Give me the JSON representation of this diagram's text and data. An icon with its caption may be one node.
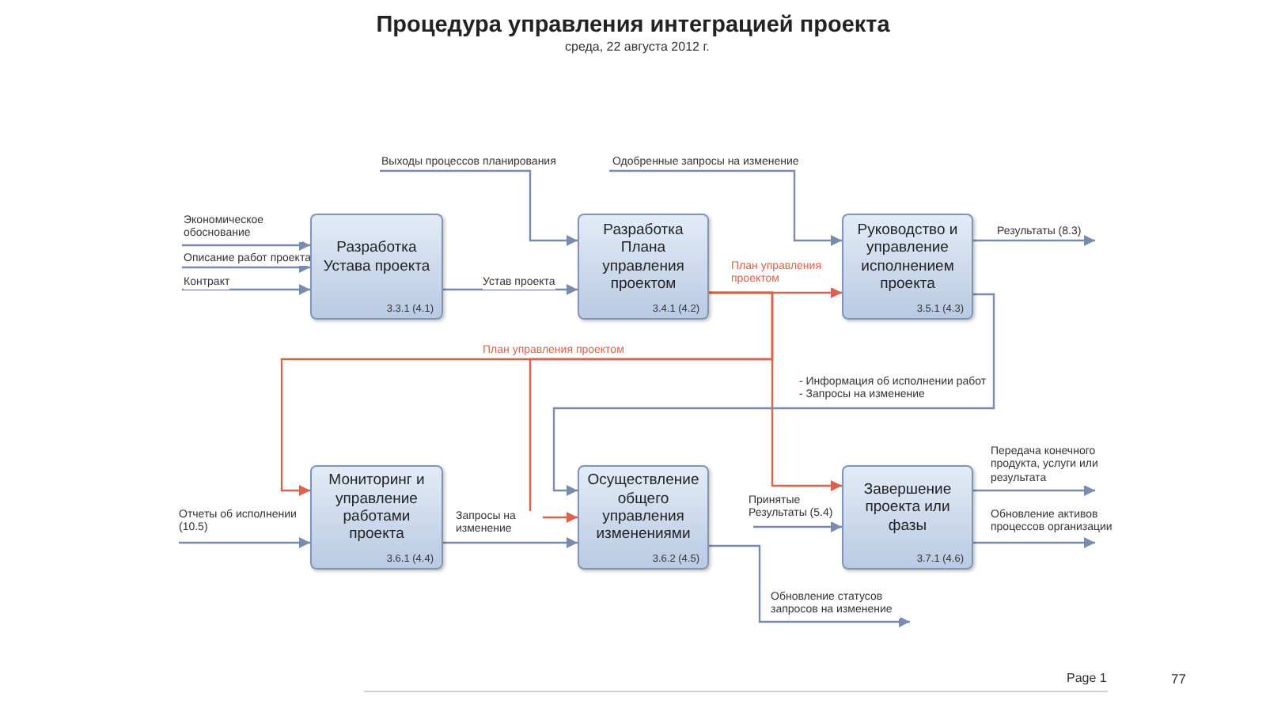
{
  "diagram": {
    "title": "Процедура управления интеграцией проекта",
    "nodes": [
      {
        "text": [
          "Разработка Устава проекта",
          "3.3.1 (4.1)"
        ]
      },
      {
        "text": [
          "Разработка Плана управления проектом",
          "3.4.1 (4.2)"
        ]
      },
      {
        "text": [
          "Руководство и управление исполнением проекта",
          "3.5.1 (4.3)"
        ]
      },
      {
        "text": [
          "Мониторинг и управление работами проекта",
          "3.6.1 (4.4)"
        ]
      },
      {
        "text": [
          "Осуществление общего управления изменениями",
          "3.6.2 (4.5)"
        ]
      },
      {
        "text": [
          "Завершение проекта или фазы",
          "3.7.1 (4.6)"
        ]
      }
    ],
    "edges": [
      {
        "from": null,
        "to": 0,
        "arrow": "to",
        "label": "Экономическое обоснование"
      },
      {
        "from": null,
        "to": 0,
        "arrow": "to",
        "label": "Описание работ проекта"
      },
      {
        "from": null,
        "to": 0,
        "arrow": "to",
        "label": "Контракт"
      },
      {
        "from": 0,
        "to": 1,
        "arrow": "to",
        "label": "Устав проекта"
      },
      {
        "from": null,
        "to": 1,
        "arrow": "to",
        "label": "Выходы процессов планирования"
      },
      {
        "from": null,
        "to": 2,
        "arrow": "to",
        "label": "Одобренные запросы на изменение"
      },
      {
        "from": 2,
        "to": null,
        "arrow": "to",
        "label": "Результаты (8.3)"
      },
      {
        "from": 1,
        "to": 2,
        "arrow": "to",
        "label": "План управления проектом",
        "color": "#d9634c"
      },
      {
        "from": 1,
        "to": 3,
        "arrow": "to",
        "label": "План управления проектом",
        "color": "#d9634c"
      },
      {
        "from": 1,
        "to": 4,
        "arrow": "to",
        "color": "#d9634c"
      },
      {
        "from": 1,
        "to": 5,
        "arrow": "to",
        "color": "#d9634c"
      },
      {
        "from": 2,
        "to": 4,
        "arrow": "to",
        "label": "- Информация об исполнении работ - Запросы на изменение"
      },
      {
        "from": null,
        "to": 3,
        "arrow": "to",
        "label": "Отчеты об исполнении (10.5)"
      },
      {
        "from": 3,
        "to": 4,
        "arrow": "to",
        "label": "Запросы на изменение"
      },
      {
        "from": null,
        "to": 5,
        "arrow": "to",
        "label": "Принятые Результаты (5.4)"
      },
      {
        "from": 5,
        "to": null,
        "arrow": "to",
        "label": "Передача конечного продукта, услуги или результата"
      },
      {
        "from": 5,
        "to": null,
        "arrow": "to",
        "label": "Обновление активов процессов организации"
      },
      {
        "from": 4,
        "to": null,
        "arrow": "to",
        "label": "Обновление статусов запросов на изменение"
      }
    ],
    "labels": [
      "среда, 22 августа 2012 г.",
      "Page 1",
      "77"
    ]
  }
}
